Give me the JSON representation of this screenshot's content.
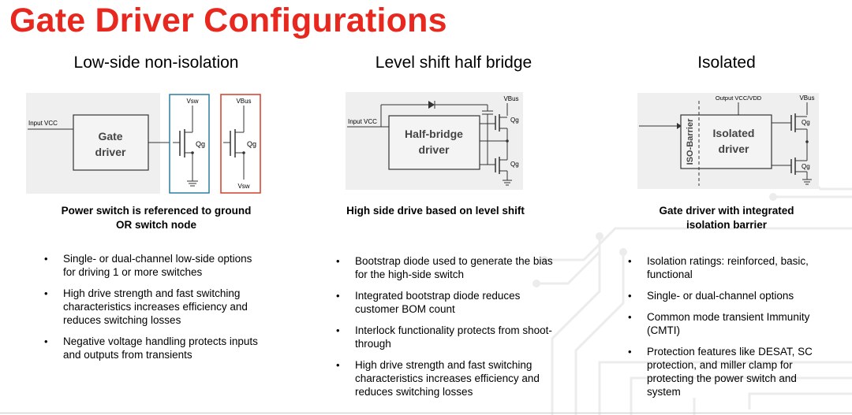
{
  "title": "Gate Driver Configurations",
  "columns": [
    {
      "heading": "Low-side non-isolation",
      "diagram": {
        "input_label": "Input VCC",
        "block_label_1": "Gate",
        "block_label_2": "driver",
        "switch1_top": "Vsw",
        "switch1_gate": "Qg",
        "switch2_top": "VBus",
        "switch2_gate": "Qg",
        "switch2_bottom": "Vsw",
        "switch1_box_color": "#2a7f9e",
        "switch2_box_color": "#d43c2a"
      },
      "caption_line1": "Power switch is referenced to ground",
      "caption_line2": "OR switch node",
      "bullets": [
        "Single- or dual-channel low-side options for driving 1 or more switches",
        "High drive strength and fast switching characteristics increases efficiency and reduces switching losses",
        "Negative voltage handling protects inputs and outputs from transients"
      ]
    },
    {
      "heading": "Level shift half bridge",
      "diagram": {
        "input_label": "Input VCC",
        "block_label_1": "Half-bridge",
        "block_label_2": "driver",
        "top_label": "VBus",
        "gate_high": "Qg",
        "gate_low": "Qg"
      },
      "caption_line1": "High side drive based on level shift",
      "bullets": [
        "Bootstrap diode used to generate the bias for the high-side switch",
        "Integrated bootstrap diode reduces customer BOM count",
        "Interlock functionality protects from shoot-through",
        "High drive strength and fast switching characteristics increases efficiency and reduces switching losses"
      ]
    },
    {
      "heading": "Isolated",
      "diagram": {
        "output_label": "Output VCC/VDD",
        "top_label": "VBus",
        "barrier_label": "ISO-Barrier",
        "block_label_1": "Isolated",
        "block_label_2": "driver",
        "gate_high": "Qg",
        "gate_low": "Qg"
      },
      "caption_line1": "Gate driver with integrated",
      "caption_line2": "isolation barrier",
      "bullets": [
        "Isolation ratings: reinforced, basic, functional",
        "Single- or dual-channel options",
        "Common mode transient Immunity (CMTI)",
        "Protection features like DESAT, SC protection, and miller clamp for protecting the power switch and system"
      ]
    }
  ],
  "colors": {
    "title": "#e8281f",
    "diagram_bg": "#efefef",
    "trace": "#e9e9e9"
  }
}
